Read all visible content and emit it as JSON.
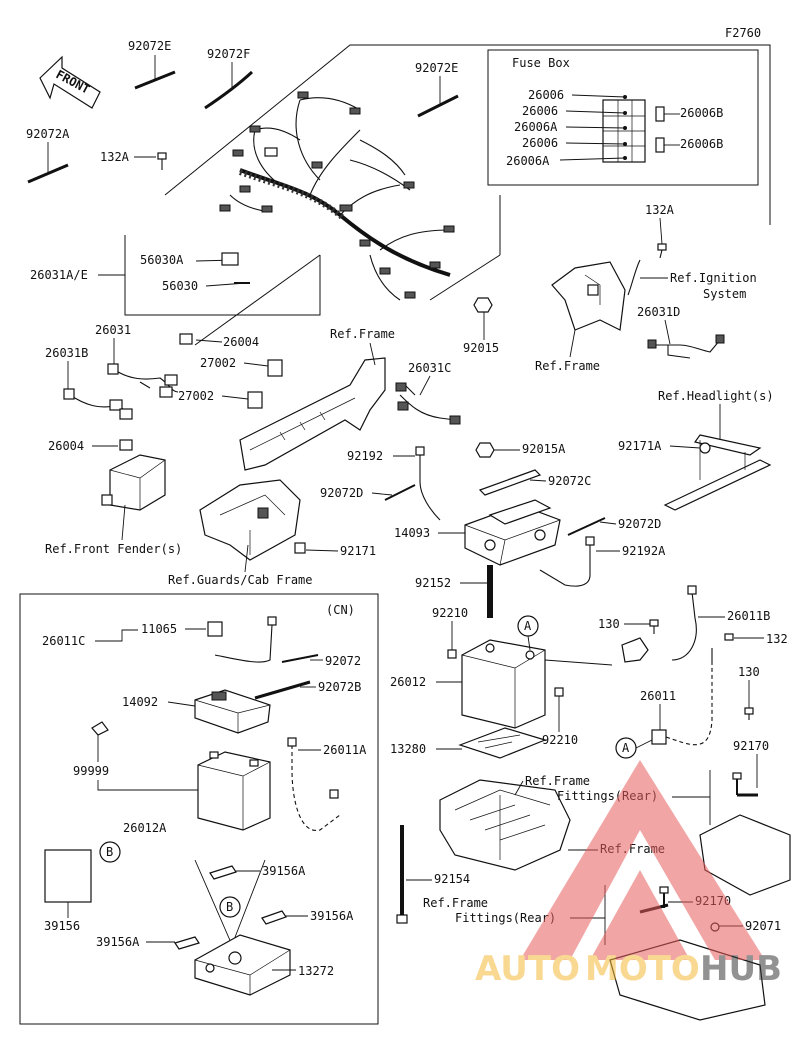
{
  "figure_code": "F2760",
  "front_label": "FRONT",
  "fuse_box_title": "Fuse Box",
  "cn_label": "(CN)",
  "watermark": {
    "part1": "AUTO",
    "part2": "MOTO",
    "part3": "HUB"
  },
  "callouts": {
    "c1": "A",
    "c2": "A",
    "c3": "B",
    "c4": "B"
  },
  "labels": {
    "p92072E_a": "92072E",
    "p92072F": "92072F",
    "p92072E_b": "92072E",
    "p92072A": "92072A",
    "p132A_a": "132A",
    "p56030A": "56030A",
    "p26031AE": "26031A/E",
    "p56030": "56030",
    "p26004_a": "26004",
    "p92015": "92015",
    "p26006_1": "26006",
    "p26006_2": "26006",
    "p26006A_1": "26006A",
    "p26006_3": "26006",
    "p26006A_2": "26006A",
    "p26006B_1": "26006B",
    "p26006B_2": "26006B",
    "p132A_b": "132A",
    "ref_ignition1": "Ref.Ignition",
    "ref_ignition2": "System",
    "ref_frame_a": "Ref.Frame",
    "p26031D": "26031D",
    "p26031": "26031",
    "p26031B": "26031B",
    "ref_frame_b": "Ref.Frame",
    "p27002_a": "27002",
    "p27002_b": "27002",
    "p26031C": "26031C",
    "ref_headlight": "Ref.Headlight(s)",
    "p92171A": "92171A",
    "p26004_b": "26004",
    "p92192": "92192",
    "p92015A": "92015A",
    "p92072C": "92072C",
    "p92072D_a": "92072D",
    "p92072D_b": "92072D",
    "ref_front_fender": "Ref.Front Fender(s)",
    "p92171": "92171",
    "p14093": "14093",
    "p92192A": "92192A",
    "ref_guards": "Ref.Guards/Cab Frame",
    "p92152": "92152",
    "p26011B": "26011B",
    "p92210_a": "92210",
    "p130_a": "130",
    "p132": "132",
    "p26012": "26012",
    "p92210_b": "92210",
    "p130_b": "130",
    "p26011": "26011",
    "p13280": "13280",
    "ref_fittings_a1": "Ref.Frame",
    "ref_fittings_a2": "Fittings(Rear)",
    "p92170_a": "92170",
    "ref_frame_c": "Ref.Frame",
    "p92154": "92154",
    "ref_fittings_b1": "Ref.Frame",
    "ref_fittings_b2": "Fittings(Rear)",
    "p92170_b": "92170",
    "p92071": "92071",
    "p26011C": "26011C",
    "p11065": "11065",
    "p92072": "92072",
    "p92072B": "92072B",
    "p14092": "14092",
    "p26011A": "26011A",
    "p99999": "99999",
    "p26012A": "26012A",
    "p39156A_a": "39156A",
    "p39156A_b": "39156A",
    "p39156": "39156",
    "p39156A_c": "39156A",
    "p13272": "13272"
  }
}
